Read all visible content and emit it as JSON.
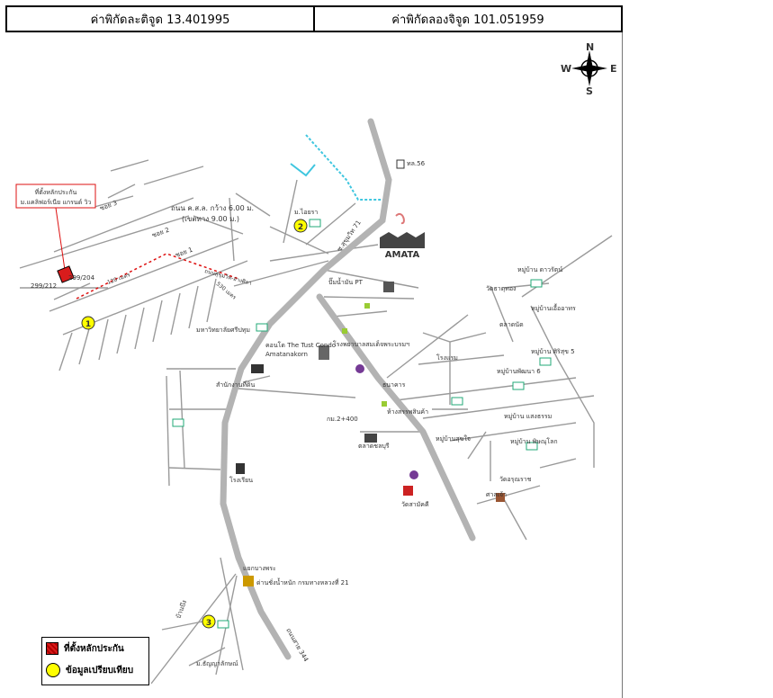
{
  "header": {
    "latitude_text": "ค่าพิกัดละติจูด 13.401995",
    "longitude_text": "ค่าพิกัดลองจิจูด 101.051959"
  },
  "compass": {
    "n": "N",
    "s": "S",
    "e": "E",
    "w": "W"
  },
  "subject": {
    "label_line1": "ที่ตั้งหลักประกัน",
    "label_line2": "ม.แคลิฟอร์เนีย แกรนด์ วิว",
    "lot_a": "299/204",
    "lot_b": "299/212",
    "color": "#d91c1c"
  },
  "soi_note": {
    "line1": "ถนน ค.ส.ล. กว้าง 6.00 ม.",
    "line2": "(เขตทาง 9.00 ม.)"
  },
  "markers": [
    {
      "num": "1",
      "color": "#ffff00"
    },
    {
      "num": "2",
      "color": "#ffff00"
    },
    {
      "num": "3",
      "color": "#ffff00"
    }
  ],
  "map_labels": {
    "soi3": "ซอย 3",
    "soi2": "ซอย 2",
    "soi1": "ซอย 1",
    "dist1": "120 เมตร",
    "dist2": "530 เมตร",
    "main_soi": "ถนนสุขุมวิท-อ่างศิลา",
    "r56": "ทล.56",
    "hw1": "ซ.สุขุมวิท 71",
    "mooban2": "ม.ไอยรา",
    "amata": "AMATA",
    "the_tust": "คอนโด The Tust Condo",
    "amata_nakorn": "Amatanakorn",
    "university": "มหาวิทยาลัยศรีปทุม",
    "fuel": "ปั๊มน้ำมัน PT",
    "market": "ตลาดนัด",
    "school": "โรงเรียน",
    "hospital": "โรงพยาบาลสมเด็จพระบรมฯ",
    "bank": "ธนาคาร",
    "hotel": "โรงแรม",
    "tesco": "ห้างสรรพสินค้า",
    "temple1": "วัดธาตุทอง",
    "temple2": "วัดอรุณราช",
    "village_a": "หมู่บ้าน ดาวรัตน์",
    "village_b": "หมู่บ้านเอื้ออาทร",
    "village_c": "หมู่บ้าน พิษณุโลก",
    "village_d": "หมู่บ้าน แสงธรรม",
    "village_e": "หมู่บ้าน ศิริสุข 5",
    "village_f": "หมู่บ้านพัฒนา 6",
    "village_g": "หมู่บ้านสุขใจ",
    "km": "กม.2+400",
    "place1": "สำนักงานที่ดิน",
    "place2": "ตลาดชลบุรี",
    "place3": "วัดสามัคคี",
    "place4": "ศาลเจ้า",
    "place5": "ม.ธัญญาลักษณ์",
    "place6": "บ้านบึง",
    "place7": "ถนนสาย 344",
    "place8": "ด่านชั่งน้ำหนัก กรมทางหลวงที่ 21",
    "place9": "แยกบางพระ"
  },
  "legend": {
    "subject_label": "ที่ตั้งหลักประกัน",
    "comparable_label": "ข้อมูลเปรียบเทียบ"
  }
}
